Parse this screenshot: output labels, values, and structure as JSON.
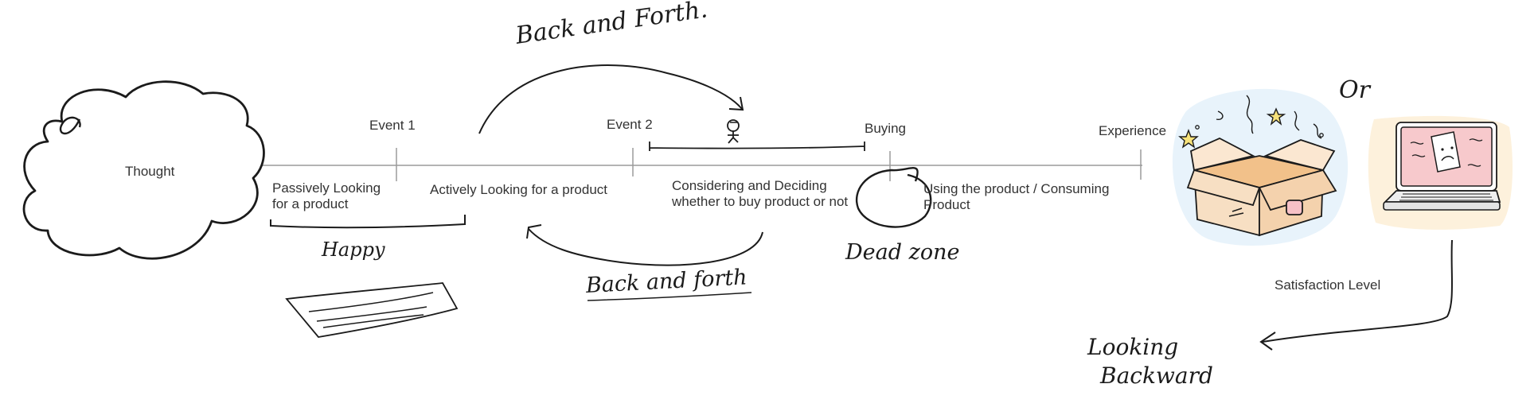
{
  "diagram": {
    "thought_label": "Thought",
    "milestones": {
      "event1": "Event 1",
      "event2": "Event 2",
      "buying": "Buying",
      "experience": "Experience"
    },
    "stages": {
      "passive": "Passively Looking\nfor a product",
      "active": "Actively Looking for a product",
      "considering": "Considering and Deciding\nwhether to buy product or not",
      "using": "Using the product / Consuming\nProduct"
    },
    "satisfaction_label": "Satisfaction Level"
  },
  "handwriting": {
    "back_forth_top": "Back and Forth.",
    "back_forth_bottom": "Back and forth",
    "happy": "Happy",
    "dead_zone": "Dead zone",
    "or": "Or",
    "looking_backward_line1": "Looking",
    "looking_backward_line2": "Backward"
  },
  "icons": {
    "stick_figure": "stick-figure-icon",
    "notepad": "notepad-sketch-icon",
    "open_box": "open-box-icon",
    "laptop": "sad-laptop-icon"
  },
  "colors": {
    "timeline": "#9a9a9a",
    "ink": "#1b1b1b",
    "text": "#333333",
    "box_glow": "#e8f3fb",
    "laptop_glow": "#fdf1dc",
    "screen_pink": "#f7c9cc",
    "box_tan": "#f7dfc3"
  }
}
